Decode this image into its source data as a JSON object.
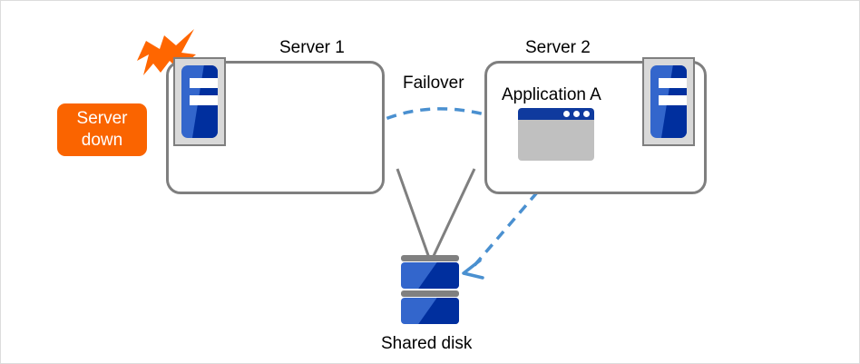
{
  "diagram": {
    "title": "Failover cluster diagram",
    "background": "#ffffff",
    "border_color": "#dcdcdc"
  },
  "labels": {
    "server1_title": "Server 1",
    "server2_title": "Server 2",
    "failover": "Failover",
    "application_a": "Application A",
    "shared_disk": "Shared disk"
  },
  "badge": {
    "line1": "Server",
    "line2": "down",
    "color": "#fa6400",
    "text_color": "#ffffff"
  },
  "colors": {
    "box_border": "#7f7f7f",
    "server_icon_frame": "#d9d9d9",
    "server_icon_blue": "#3366cc",
    "server_icon_dark_blue": "#002f9e",
    "app_titlebar": "#0f3a9e",
    "app_body": "#c0c0c0",
    "disk_cap": "#808080",
    "arrow_blue": "#4a90d0",
    "connector_gray": "#7f7f7f",
    "lightning_orange": "#ff6600"
  },
  "nodes": {
    "server1": {
      "label": "Server 1",
      "status": "down",
      "has_application": false
    },
    "server2": {
      "label": "Server 2",
      "status": "active",
      "has_application": true,
      "application": "Application A"
    },
    "shared_disk": {
      "label": "Shared disk",
      "blocks": 2
    }
  },
  "arrows": {
    "failover": {
      "label": "Failover",
      "style": "dashed-curved",
      "from": "server1",
      "to": "server2",
      "color": "#4a90d0"
    },
    "disk_access": {
      "label": "",
      "style": "dashed-straight",
      "from": "application-a",
      "to": "shared-disk",
      "color": "#4a90d0"
    }
  },
  "connectors": [
    {
      "from": "server1",
      "to": "shared-disk",
      "style": "solid",
      "color": "#7f7f7f"
    },
    {
      "from": "server2",
      "to": "shared-disk",
      "style": "solid",
      "color": "#7f7f7f"
    }
  ]
}
